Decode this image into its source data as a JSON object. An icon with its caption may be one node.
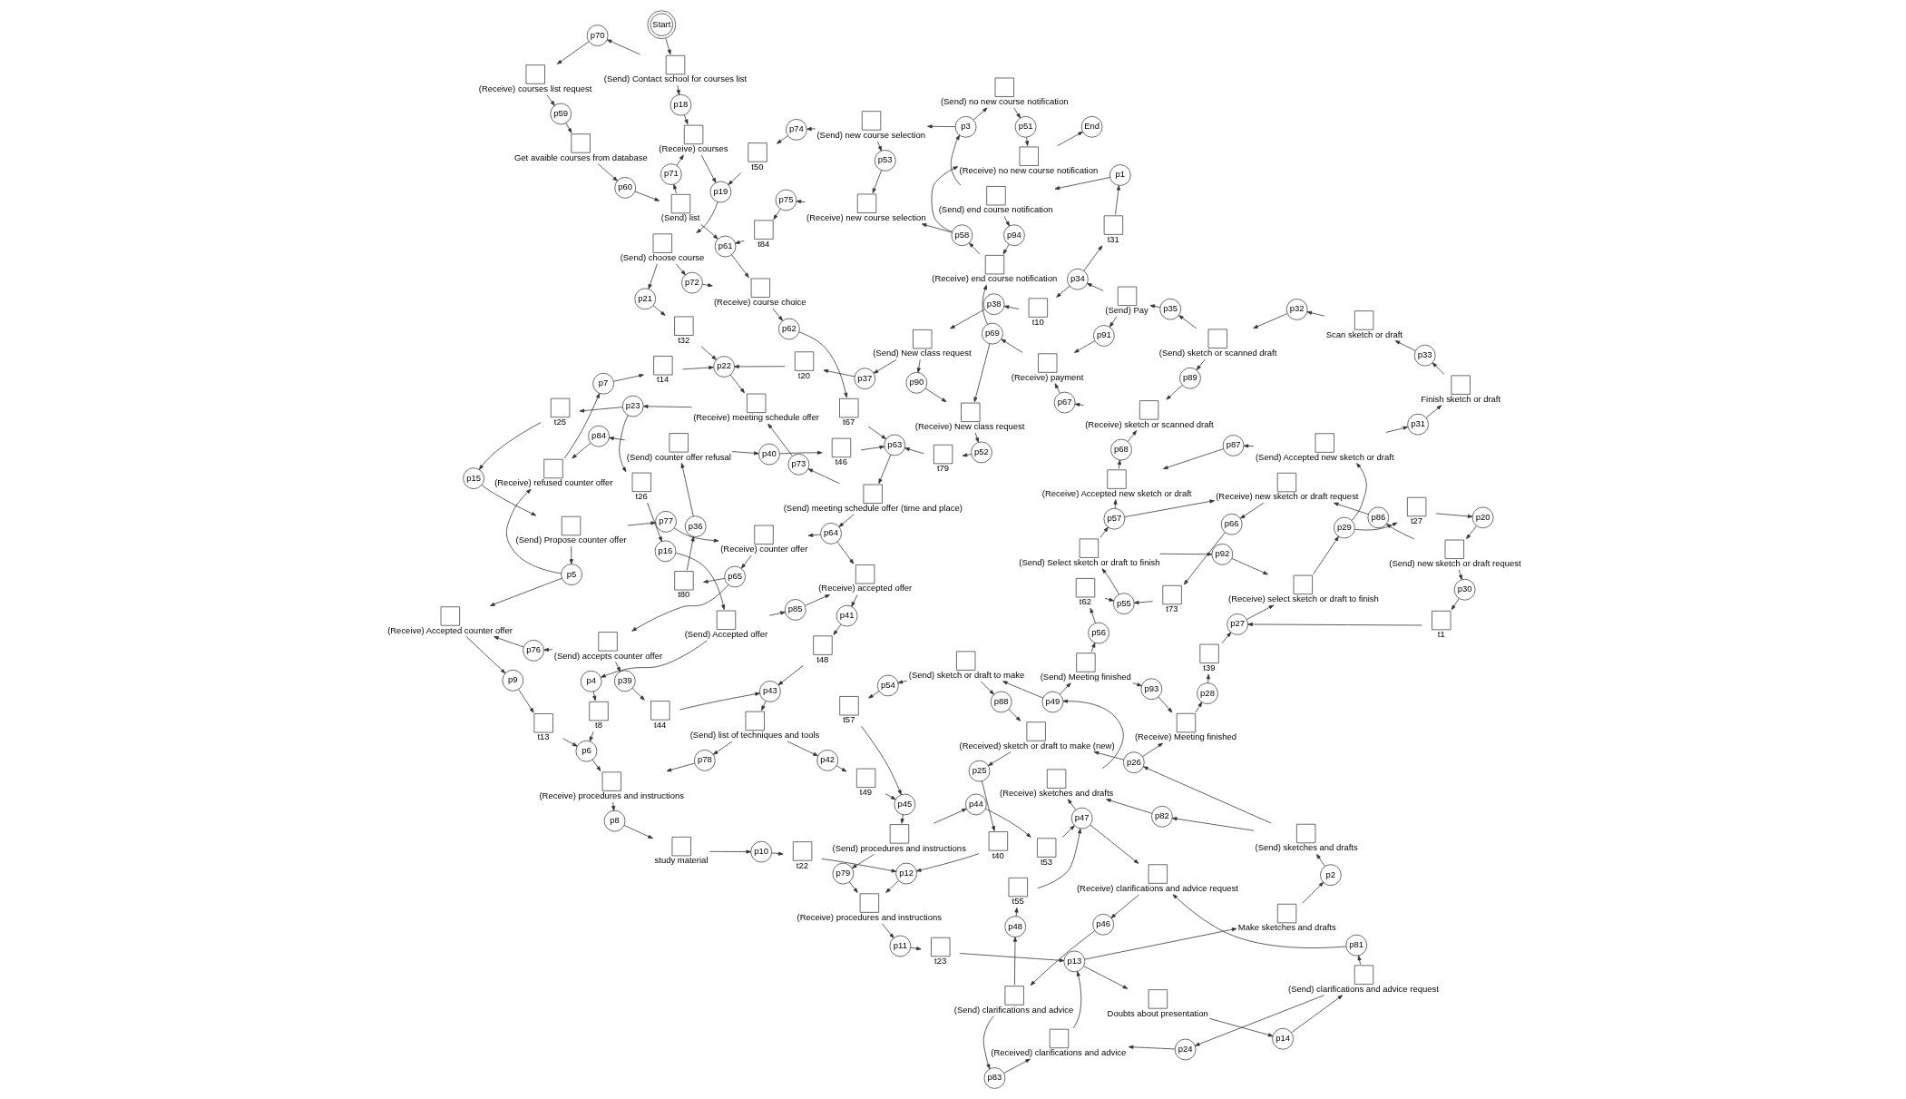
{
  "diagram": {
    "nodes": [
      {
        "text": [
          "t84"
        ]
      },
      {
        "text": [
          "p75"
        ]
      },
      {
        "text": [
          "t55"
        ]
      },
      {
        "text": [
          "p48"
        ]
      },
      {
        "text": [
          "t73"
        ]
      },
      {
        "text": [
          "p66"
        ]
      },
      {
        "text": [
          "p40"
        ]
      },
      {
        "text": [
          "t46"
        ]
      },
      {
        "text": [
          "p36"
        ]
      },
      {
        "text": [
          "(Send) counter offer refusal"
        ]
      },
      {
        "text": [
          "(Receive) clarifications and advice request"
        ]
      },
      {
        "text": [
          "(Send) clarifications and advice"
        ]
      },
      {
        "text": [
          "(Receive) new sketch or draft request"
        ]
      },
      {
        "text": [
          "(Receive) end course notification"
        ]
      },
      {
        "text": [
          "(Receive) new course selection"
        ]
      },
      {
        "text": [
          "End"
        ]
      },
      {
        "text": [
          "t80"
        ]
      },
      {
        "text": [
          "p65"
        ]
      },
      {
        "text": [
          "p39"
        ]
      },
      {
        "text": [
          "p44"
        ]
      },
      {
        "text": [
          "p47"
        ]
      },
      {
        "text": [
          "p46"
        ]
      },
      {
        "text": [
          "p56"
        ]
      },
      {
        "text": [
          "p55"
        ]
      },
      {
        "text": [
          "p57"
        ]
      },
      {
        "text": [
          "p68"
        ]
      },
      {
        "text": [
          "p67"
        ]
      },
      {
        "text": [
          "p69"
        ]
      },
      {
        "text": [
          "p58"
        ]
      },
      {
        "text": [
          "(Receive) counter offer"
        ]
      },
      {
        "text": [
          "(Send) accepts counter offer"
        ]
      },
      {
        "text": [
          "t44"
        ]
      },
      {
        "text": [
          "(Send) procedures and instructions"
        ]
      },
      {
        "text": [
          "t53"
        ]
      },
      {
        "text": [
          "(Send) Meeting finished"
        ]
      },
      {
        "text": [
          "t62"
        ]
      },
      {
        "text": [
          "(Send) Select sketch or draft to finish"
        ]
      },
      {
        "text": [
          "(Receive) Accepted new sketch or draft"
        ]
      },
      {
        "text": [
          "(Receive) sketch or scanned draft"
        ]
      },
      {
        "text": [
          "(Receive) payment"
        ]
      },
      {
        "text": [
          "(Receive) New class request"
        ]
      },
      {
        "text": [
          "(Receive) no new course notification"
        ]
      },
      {
        "text": [
          "p59"
        ]
      },
      {
        "text": [
          "p60"
        ]
      },
      {
        "text": [
          "p61"
        ]
      },
      {
        "text": [
          "p62"
        ]
      },
      {
        "text": [
          "p63"
        ]
      },
      {
        "text": [
          "p64"
        ]
      },
      {
        "text": [
          "p41"
        ]
      },
      {
        "text": [
          "p43"
        ]
      },
      {
        "text": [
          "p42"
        ]
      },
      {
        "text": [
          "p45"
        ]
      },
      {
        "text": [
          "(Receive) sketches and drafts"
        ]
      },
      {
        "text": [
          "p49"
        ]
      },
      {
        "text": [
          "(Receive) courses list request"
        ]
      },
      {
        "text": [
          "Get avaible courses from database"
        ]
      },
      {
        "text": [
          "(Send) list"
        ]
      },
      {
        "text": [
          "(Receive) course choice"
        ]
      },
      {
        "text": [
          "t67"
        ]
      },
      {
        "text": [
          "(Send) meeting schedule offer (time and place)"
        ]
      },
      {
        "text": [
          "(Receive) accepted offer"
        ]
      },
      {
        "text": [
          "t48"
        ]
      },
      {
        "text": [
          "(Send) list of techniques and tools"
        ]
      },
      {
        "text": [
          "t49"
        ]
      },
      {
        "text": [
          "t57"
        ]
      },
      {
        "text": [
          "(Send) sketch or draft to make"
        ]
      },
      {
        "text": [
          "p54"
        ]
      },
      {
        "text": [
          "t79"
        ]
      },
      {
        "text": [
          "p52"
        ]
      },
      {
        "text": [
          "p70"
        ]
      },
      {
        "text": [
          "p71"
        ]
      },
      {
        "text": [
          "p72"
        ]
      },
      {
        "text": [
          "p73"
        ]
      },
      {
        "text": [
          "p77"
        ]
      },
      {
        "text": [
          "p85"
        ]
      },
      {
        "text": [
          "p84"
        ]
      },
      {
        "text": [
          "p76"
        ]
      },
      {
        "text": [
          "p78"
        ]
      },
      {
        "text": [
          "p79"
        ]
      },
      {
        "text": [
          "p88"
        ]
      },
      {
        "text": [
          "p82"
        ]
      },
      {
        "text": [
          "p81"
        ]
      },
      {
        "text": [
          "p83"
        ]
      },
      {
        "text": [
          "p93"
        ]
      },
      {
        "text": [
          "p92"
        ]
      },
      {
        "text": [
          "p86"
        ]
      },
      {
        "text": [
          "p87"
        ]
      },
      {
        "text": [
          "p90"
        ]
      },
      {
        "text": [
          "p89"
        ]
      },
      {
        "text": [
          "p91"
        ]
      },
      {
        "text": [
          "p94"
        ]
      },
      {
        "text": [
          "p51"
        ]
      },
      {
        "text": [
          "p53"
        ]
      },
      {
        "text": [
          "t1"
        ]
      },
      {
        "text": [
          "p30"
        ]
      },
      {
        "text": [
          "(Received) sketch or draft to make (new)"
        ]
      },
      {
        "text": [
          "t27"
        ]
      },
      {
        "text": [
          "(Send) new sketch or draft request"
        ]
      },
      {
        "text": [
          "t31"
        ]
      },
      {
        "text": [
          "(Send) end course notification"
        ]
      },
      {
        "text": [
          "(Send) no new course notification"
        ]
      },
      {
        "text": [
          "p25"
        ]
      },
      {
        "text": [
          "p26"
        ]
      },
      {
        "text": [
          "p28"
        ]
      },
      {
        "text": [
          "p27"
        ]
      },
      {
        "text": [
          "p29"
        ]
      },
      {
        "text": [
          "p20"
        ]
      },
      {
        "text": [
          "p31"
        ]
      },
      {
        "text": [
          "p33"
        ]
      },
      {
        "text": [
          "p32"
        ]
      },
      {
        "text": [
          "p35"
        ]
      },
      {
        "text": [
          "p34"
        ]
      },
      {
        "text": [
          "p1"
        ]
      },
      {
        "text": [
          "p3"
        ]
      },
      {
        "text": [
          "p7"
        ]
      },
      {
        "text": [
          "(Receive) refused counter offer"
        ]
      },
      {
        "text": [
          "t14"
        ]
      },
      {
        "text": [
          "p2"
        ]
      },
      {
        "text": [
          "(Send) sketches and drafts"
        ]
      },
      {
        "text": [
          "(Receive) Meeting finished"
        ]
      },
      {
        "text": [
          "t39"
        ]
      },
      {
        "text": [
          "(Receive) select sketch or draft to finish"
        ]
      },
      {
        "text": [
          "(Send) Accepted new sketch or draft"
        ]
      },
      {
        "text": [
          "Scan sketch or draft"
        ]
      },
      {
        "text": [
          "(Send) sketch or scanned draft"
        ]
      },
      {
        "text": [
          "t10"
        ]
      },
      {
        "text": [
          "(Send) new course selection"
        ]
      },
      {
        "text": [
          "t40"
        ]
      },
      {
        "text": [
          "Make sketches and drafts"
        ]
      },
      {
        "text": [
          "p5"
        ]
      },
      {
        "text": [
          "p9"
        ]
      },
      {
        "text": [
          "(Send) Propose counter offer"
        ]
      },
      {
        "text": [
          "(Receive) Accepted counter offer"
        ]
      },
      {
        "text": [
          "t25"
        ]
      },
      {
        "text": [
          "t13"
        ]
      },
      {
        "text": [
          "Finish sketch or draft"
        ]
      },
      {
        "text": [
          "(Send) Pay"
        ]
      },
      {
        "text": [
          "(Received) clarifications and advice"
        ]
      },
      {
        "text": [
          "p8"
        ]
      },
      {
        "text": [
          "p10"
        ]
      },
      {
        "text": [
          "p12"
        ]
      },
      {
        "text": [
          "p11"
        ]
      },
      {
        "text": [
          "p13"
        ]
      },
      {
        "text": [
          "p14"
        ]
      },
      {
        "text": [
          "p24"
        ]
      },
      {
        "text": [
          "Start"
        ]
      },
      {
        "text": [
          "p18"
        ]
      },
      {
        "text": [
          "p19"
        ]
      },
      {
        "text": [
          "p21"
        ]
      },
      {
        "text": [
          "p22"
        ]
      },
      {
        "text": [
          "p23"
        ]
      },
      {
        "text": [
          "p15"
        ]
      },
      {
        "text": [
          "(Send) Accepted offer"
        ]
      },
      {
        "text": [
          "p6"
        ]
      },
      {
        "text": [
          "(Receive) procedures and instructions"
        ]
      },
      {
        "text": [
          "study material"
        ]
      },
      {
        "text": [
          "t22"
        ]
      },
      {
        "text": [
          "(Receive) procedures and instructions"
        ]
      },
      {
        "text": [
          "t23"
        ]
      },
      {
        "text": [
          "(Send) Contact school for courses list"
        ]
      },
      {
        "text": [
          "(Receive) courses"
        ]
      },
      {
        "text": [
          "(Send) choose course"
        ]
      },
      {
        "text": [
          "t32"
        ]
      },
      {
        "text": [
          "(Receive) meeting schedule offer"
        ]
      },
      {
        "text": [
          "t26"
        ]
      },
      {
        "text": [
          "t8"
        ]
      },
      {
        "text": [
          "Doubts about presentation"
        ]
      },
      {
        "text": [
          "(Send) clarifications and advice request"
        ]
      },
      {
        "text": [
          "p16"
        ]
      },
      {
        "text": [
          "p4"
        ]
      },
      {
        "text": [
          "t20"
        ]
      },
      {
        "text": [
          "p37"
        ]
      },
      {
        "text": [
          "(Send) New class request"
        ]
      },
      {
        "text": [
          "p38"
        ]
      },
      {
        "text": [
          "t50"
        ]
      },
      {
        "text": [
          "p74"
        ]
      }
    ],
    "edges": [
      {
        "from": 145,
        "to": 159,
        "arrow": "to"
      },
      {
        "from": 159,
        "to": 146,
        "arrow": "to"
      },
      {
        "from": 159,
        "to": 69,
        "arrow": "to"
      },
      {
        "from": 69,
        "to": 54,
        "arrow": "to"
      },
      {
        "from": 56,
        "to": 70,
        "arrow": "to"
      },
      {
        "from": 70,
        "to": 160,
        "arrow": "to"
      },
      {
        "from": 146,
        "to": 160,
        "arrow": "to"
      },
      {
        "from": 160,
        "to": 147,
        "arrow": "to"
      },
      {
        "from": 147,
        "to": 161,
        "arrow": "to"
      },
      {
        "from": 161,
        "to": 71,
        "arrow": "to"
      },
      {
        "from": 71,
        "to": 57,
        "arrow": "to"
      },
      {
        "from": 161,
        "to": 148,
        "arrow": "to"
      },
      {
        "from": 148,
        "to": 162,
        "arrow": "to"
      },
      {
        "from": 162,
        "to": 149,
        "arrow": "to"
      },
      {
        "from": 149,
        "to": 163,
        "arrow": "to"
      },
      {
        "from": 174,
        "to": 147,
        "arrow": "to"
      },
      {
        "from": 175,
        "to": 174,
        "arrow": "to"
      },
      {
        "from": 170,
        "to": 149,
        "arrow": "to"
      },
      {
        "from": 171,
        "to": 170,
        "arrow": "to"
      },
      {
        "from": 172,
        "to": 171,
        "arrow": "to"
      },
      {
        "from": 173,
        "to": 172,
        "arrow": "to"
      },
      {
        "from": 125,
        "to": 173,
        "arrow": "to"
      },
      {
        "from": 111,
        "to": 125,
        "arrow": "to"
      },
      {
        "from": 126,
        "to": 175,
        "arrow": "to"
      },
      {
        "from": 113,
        "to": 126,
        "arrow": "to"
      },
      {
        "from": 59,
        "to": 72,
        "arrow": "to"
      },
      {
        "from": 72,
        "to": 163,
        "arrow": "to"
      },
      {
        "from": 163,
        "to": 150,
        "arrow": "to"
      },
      {
        "from": 150,
        "to": 133,
        "arrow": "to"
      },
      {
        "from": 150,
        "to": 164,
        "arrow": "to"
      },
      {
        "from": 133,
        "to": 151,
        "arrow": "to"
      },
      {
        "from": 164,
        "to": 168,
        "arrow": "to"
      },
      {
        "from": 151,
        "to": 131,
        "arrow": "to"
      },
      {
        "from": 168,
        "to": 152,
        "arrow": "to"
      },
      {
        "from": 131,
        "to": 129,
        "arrow": "to"
      },
      {
        "from": 131,
        "to": 73,
        "arrow": "to"
      },
      {
        "from": 73,
        "to": 29,
        "arrow": "to"
      },
      {
        "from": 152,
        "to": 74,
        "arrow": "to"
      },
      {
        "from": 74,
        "to": 60,
        "arrow": "to"
      },
      {
        "from": 9,
        "to": 75,
        "arrow": "to"
      },
      {
        "from": 75,
        "to": 115,
        "arrow": "to"
      },
      {
        "from": 30,
        "to": 76,
        "arrow": "to"
      },
      {
        "from": 76,
        "to": 132,
        "arrow": "to"
      },
      {
        "from": 62,
        "to": 77,
        "arrow": "to"
      },
      {
        "from": 77,
        "to": 154,
        "arrow": "to"
      },
      {
        "from": 32,
        "to": 78,
        "arrow": "to"
      },
      {
        "from": 78,
        "to": 157,
        "arrow": "to"
      },
      {
        "from": 65,
        "to": 79,
        "arrow": "to"
      },
      {
        "from": 79,
        "to": 95,
        "arrow": "to"
      },
      {
        "from": 118,
        "to": 80,
        "arrow": "to"
      },
      {
        "from": 80,
        "to": 52,
        "arrow": "to"
      },
      {
        "from": 167,
        "to": 81,
        "arrow": "to"
      },
      {
        "from": 81,
        "to": 10,
        "arrow": "to"
      },
      {
        "from": 11,
        "to": 82,
        "arrow": "to"
      },
      {
        "from": 82,
        "to": 137,
        "arrow": "to"
      },
      {
        "from": 34,
        "to": 83,
        "arrow": "to"
      },
      {
        "from": 83,
        "to": 119,
        "arrow": "to"
      },
      {
        "from": 36,
        "to": 84,
        "arrow": "to"
      },
      {
        "from": 84,
        "to": 121,
        "arrow": "to"
      },
      {
        "from": 97,
        "to": 85,
        "arrow": "to"
      },
      {
        "from": 85,
        "to": 12,
        "arrow": "to"
      },
      {
        "from": 122,
        "to": 86,
        "arrow": "to"
      },
      {
        "from": 86,
        "to": 37,
        "arrow": "to"
      },
      {
        "from": 172,
        "to": 87,
        "arrow": "to"
      },
      {
        "from": 87,
        "to": 40,
        "arrow": "to"
      },
      {
        "from": 124,
        "to": 88,
        "arrow": "to"
      },
      {
        "from": 88,
        "to": 38,
        "arrow": "to"
      },
      {
        "from": 136,
        "to": 89,
        "arrow": "to"
      },
      {
        "from": 89,
        "to": 39,
        "arrow": "to"
      },
      {
        "from": 99,
        "to": 90,
        "arrow": "to"
      },
      {
        "from": 90,
        "to": 13,
        "arrow": "to"
      },
      {
        "from": 100,
        "to": 91,
        "arrow": "to"
      },
      {
        "from": 91,
        "to": 41,
        "arrow": "to"
      },
      {
        "from": 126,
        "to": 92,
        "arrow": "to"
      },
      {
        "from": 92,
        "to": 14,
        "arrow": "to"
      },
      {
        "from": 40,
        "to": 68,
        "arrow": "to"
      },
      {
        "from": 68,
        "to": 67,
        "arrow": "to"
      },
      {
        "from": 67,
        "to": 46,
        "arrow": "to"
      },
      {
        "from": 14,
        "to": 1,
        "arrow": "to"
      },
      {
        "from": 1,
        "to": 0,
        "arrow": "to"
      },
      {
        "from": 0,
        "to": 44,
        "arrow": "to"
      },
      {
        "from": 54,
        "to": 42,
        "arrow": "to"
      },
      {
        "from": 42,
        "to": 55,
        "arrow": "to"
      },
      {
        "from": 55,
        "to": 43,
        "arrow": "to"
      },
      {
        "from": 43,
        "to": 56,
        "arrow": "to"
      },
      {
        "from": 56,
        "to": 44,
        "arrow": "to"
      },
      {
        "from": 44,
        "to": 57,
        "arrow": "to"
      },
      {
        "from": 57,
        "to": 45,
        "arrow": "to"
      },
      {
        "from": 45,
        "to": 58,
        "arrow": "to"
      },
      {
        "from": 58,
        "to": 46,
        "arrow": "to"
      },
      {
        "from": 46,
        "to": 59,
        "arrow": "to"
      },
      {
        "from": 59,
        "to": 47,
        "arrow": "to"
      },
      {
        "from": 47,
        "to": 29,
        "arrow": "to"
      },
      {
        "from": 47,
        "to": 60,
        "arrow": "to"
      },
      {
        "from": 60,
        "to": 48,
        "arrow": "to"
      },
      {
        "from": 48,
        "to": 61,
        "arrow": "to"
      },
      {
        "from": 61,
        "to": 49,
        "arrow": "to"
      },
      {
        "from": 29,
        "to": 17,
        "arrow": "to"
      },
      {
        "from": 17,
        "to": 16,
        "arrow": "to"
      },
      {
        "from": 16,
        "to": 8,
        "arrow": "to"
      },
      {
        "from": 8,
        "to": 9,
        "arrow": "to"
      },
      {
        "from": 9,
        "to": 6,
        "arrow": "to"
      },
      {
        "from": 6,
        "to": 7,
        "arrow": "to"
      },
      {
        "from": 7,
        "to": 46,
        "arrow": "to"
      },
      {
        "from": 17,
        "to": 30,
        "arrow": "to"
      },
      {
        "from": 30,
        "to": 18,
        "arrow": "to"
      },
      {
        "from": 18,
        "to": 31,
        "arrow": "to"
      },
      {
        "from": 31,
        "to": 49,
        "arrow": "to"
      },
      {
        "from": 49,
        "to": 62,
        "arrow": "to"
      },
      {
        "from": 62,
        "to": 50,
        "arrow": "to"
      },
      {
        "from": 50,
        "to": 63,
        "arrow": "to"
      },
      {
        "from": 63,
        "to": 51,
        "arrow": "to"
      },
      {
        "from": 51,
        "to": 32,
        "arrow": "to"
      },
      {
        "from": 32,
        "to": 19,
        "arrow": "to"
      },
      {
        "from": 19,
        "to": 33,
        "arrow": "to"
      },
      {
        "from": 33,
        "to": 20,
        "arrow": "to"
      },
      {
        "from": 2,
        "to": 20,
        "arrow": "to"
      },
      {
        "from": 3,
        "to": 2,
        "arrow": "to"
      },
      {
        "from": 20,
        "to": 10,
        "arrow": "to"
      },
      {
        "from": 10,
        "to": 21,
        "arrow": "to"
      },
      {
        "from": 21,
        "to": 11,
        "arrow": "to"
      },
      {
        "from": 11,
        "to": 3,
        "arrow": "to"
      },
      {
        "from": 20,
        "to": 52,
        "arrow": "to"
      },
      {
        "from": 52,
        "to": 53,
        "arrow": "to"
      },
      {
        "from": 53,
        "to": 65,
        "arrow": "to"
      },
      {
        "from": 65,
        "to": 66,
        "arrow": "to"
      },
      {
        "from": 66,
        "to": 64,
        "arrow": "to"
      },
      {
        "from": 64,
        "to": 51,
        "arrow": "to"
      },
      {
        "from": 53,
        "to": 34,
        "arrow": "to"
      },
      {
        "from": 34,
        "to": 22,
        "arrow": "to"
      },
      {
        "from": 22,
        "to": 35,
        "arrow": "to"
      },
      {
        "from": 35,
        "to": 23,
        "arrow": "to"
      },
      {
        "from": 4,
        "to": 23,
        "arrow": "to"
      },
      {
        "from": 5,
        "to": 4,
        "arrow": "to"
      },
      {
        "from": 12,
        "to": 5,
        "arrow": "to"
      },
      {
        "from": 24,
        "to": 12,
        "arrow": "to"
      },
      {
        "from": 23,
        "to": 36,
        "arrow": "to"
      },
      {
        "from": 36,
        "to": 24,
        "arrow": "to"
      },
      {
        "from": 24,
        "to": 37,
        "arrow": "to"
      },
      {
        "from": 37,
        "to": 25,
        "arrow": "to"
      },
      {
        "from": 25,
        "to": 38,
        "arrow": "to"
      },
      {
        "from": 38,
        "to": 26,
        "arrow": "to"
      },
      {
        "from": 26,
        "to": 39,
        "arrow": "to"
      },
      {
        "from": 39,
        "to": 27,
        "arrow": "to"
      },
      {
        "from": 27,
        "to": 13,
        "arrow": "to"
      },
      {
        "from": 27,
        "to": 40,
        "arrow": "to"
      },
      {
        "from": 13,
        "to": 28,
        "arrow": "to"
      },
      {
        "from": 28,
        "to": 14,
        "arrow": "to"
      },
      {
        "from": 28,
        "to": 41,
        "arrow": "to"
      },
      {
        "from": 41,
        "to": 15,
        "arrow": "to"
      },
      {
        "from": 129,
        "to": 115,
        "arrow": "to"
      },
      {
        "from": 129,
        "to": 132,
        "arrow": "to"
      },
      {
        "from": 115,
        "to": 114,
        "arrow": "to"
      },
      {
        "from": 114,
        "to": 116,
        "arrow": "to"
      },
      {
        "from": 116,
        "to": 149,
        "arrow": "to"
      },
      {
        "from": 132,
        "to": 130,
        "arrow": "to"
      },
      {
        "from": 130,
        "to": 134,
        "arrow": "to"
      },
      {
        "from": 134,
        "to": 153,
        "arrow": "to"
      },
      {
        "from": 152,
        "to": 169,
        "arrow": "to"
      },
      {
        "from": 169,
        "to": 165,
        "arrow": "to"
      },
      {
        "from": 165,
        "to": 153,
        "arrow": "to"
      },
      {
        "from": 153,
        "to": 154,
        "arrow": "to"
      },
      {
        "from": 154,
        "to": 138,
        "arrow": "to"
      },
      {
        "from": 138,
        "to": 155,
        "arrow": "to"
      },
      {
        "from": 155,
        "to": 139,
        "arrow": "to"
      },
      {
        "from": 139,
        "to": 156,
        "arrow": "to"
      },
      {
        "from": 156,
        "to": 140,
        "arrow": "to"
      },
      {
        "from": 140,
        "to": 157,
        "arrow": "to"
      },
      {
        "from": 127,
        "to": 140,
        "arrow": "to"
      },
      {
        "from": 101,
        "to": 127,
        "arrow": "to"
      },
      {
        "from": 95,
        "to": 101,
        "arrow": "to"
      },
      {
        "from": 157,
        "to": 141,
        "arrow": "to"
      },
      {
        "from": 141,
        "to": 158,
        "arrow": "to"
      },
      {
        "from": 158,
        "to": 142,
        "arrow": "to"
      },
      {
        "from": 142,
        "to": 128,
        "arrow": "to"
      },
      {
        "from": 128,
        "to": 117,
        "arrow": "to"
      },
      {
        "from": 117,
        "to": 118,
        "arrow": "to"
      },
      {
        "from": 118,
        "to": 102,
        "arrow": "to"
      },
      {
        "from": 102,
        "to": 95,
        "arrow": "to"
      },
      {
        "from": 102,
        "to": 119,
        "arrow": "to"
      },
      {
        "from": 119,
        "to": 103,
        "arrow": "to"
      },
      {
        "from": 103,
        "to": 120,
        "arrow": "to"
      },
      {
        "from": 120,
        "to": 104,
        "arrow": "to"
      },
      {
        "from": 93,
        "to": 104,
        "arrow": "to"
      },
      {
        "from": 104,
        "to": 121,
        "arrow": "to"
      },
      {
        "from": 121,
        "to": 105,
        "arrow": "to"
      },
      {
        "from": 105,
        "to": 96,
        "arrow": "to"
      },
      {
        "from": 96,
        "to": 106,
        "arrow": "to"
      },
      {
        "from": 106,
        "to": 97,
        "arrow": "to"
      },
      {
        "from": 97,
        "to": 94,
        "arrow": "to"
      },
      {
        "from": 94,
        "to": 93,
        "arrow": "to"
      },
      {
        "from": 105,
        "to": 122,
        "arrow": "to"
      },
      {
        "from": 142,
        "to": 166,
        "arrow": "to"
      },
      {
        "from": 166,
        "to": 143,
        "arrow": "to"
      },
      {
        "from": 143,
        "to": 167,
        "arrow": "to"
      },
      {
        "from": 167,
        "to": 144,
        "arrow": "to"
      },
      {
        "from": 144,
        "to": 137,
        "arrow": "to"
      },
      {
        "from": 137,
        "to": 142,
        "arrow": "to"
      },
      {
        "from": 122,
        "to": 107,
        "arrow": "to"
      },
      {
        "from": 107,
        "to": 135,
        "arrow": "to"
      },
      {
        "from": 135,
        "to": 108,
        "arrow": "to"
      },
      {
        "from": 108,
        "to": 123,
        "arrow": "to"
      },
      {
        "from": 123,
        "to": 109,
        "arrow": "to"
      },
      {
        "from": 109,
        "to": 124,
        "arrow": "to"
      },
      {
        "from": 124,
        "to": 110,
        "arrow": "to"
      },
      {
        "from": 110,
        "to": 136,
        "arrow": "to"
      },
      {
        "from": 136,
        "to": 111,
        "arrow": "to"
      },
      {
        "from": 111,
        "to": 98,
        "arrow": "to"
      },
      {
        "from": 98,
        "to": 112,
        "arrow": "to"
      },
      {
        "from": 112,
        "to": 99,
        "arrow": "to"
      },
      {
        "from": 99,
        "to": 113,
        "arrow": "to"
      },
      {
        "from": 113,
        "to": 100,
        "arrow": "to"
      }
    ]
  }
}
